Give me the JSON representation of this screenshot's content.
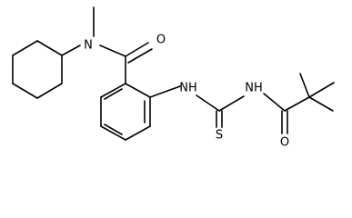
{
  "molecule": {
    "atoms": {
      "n_amide": "N",
      "o_amide": "O",
      "nh_thiourea_left": "NH",
      "nh_thiourea_right": "NH",
      "s_thiourea": "S",
      "o_pivaloyl": "O"
    }
  },
  "colors": {
    "bond": "#000000",
    "label": "#000000",
    "background": "#ffffff"
  }
}
